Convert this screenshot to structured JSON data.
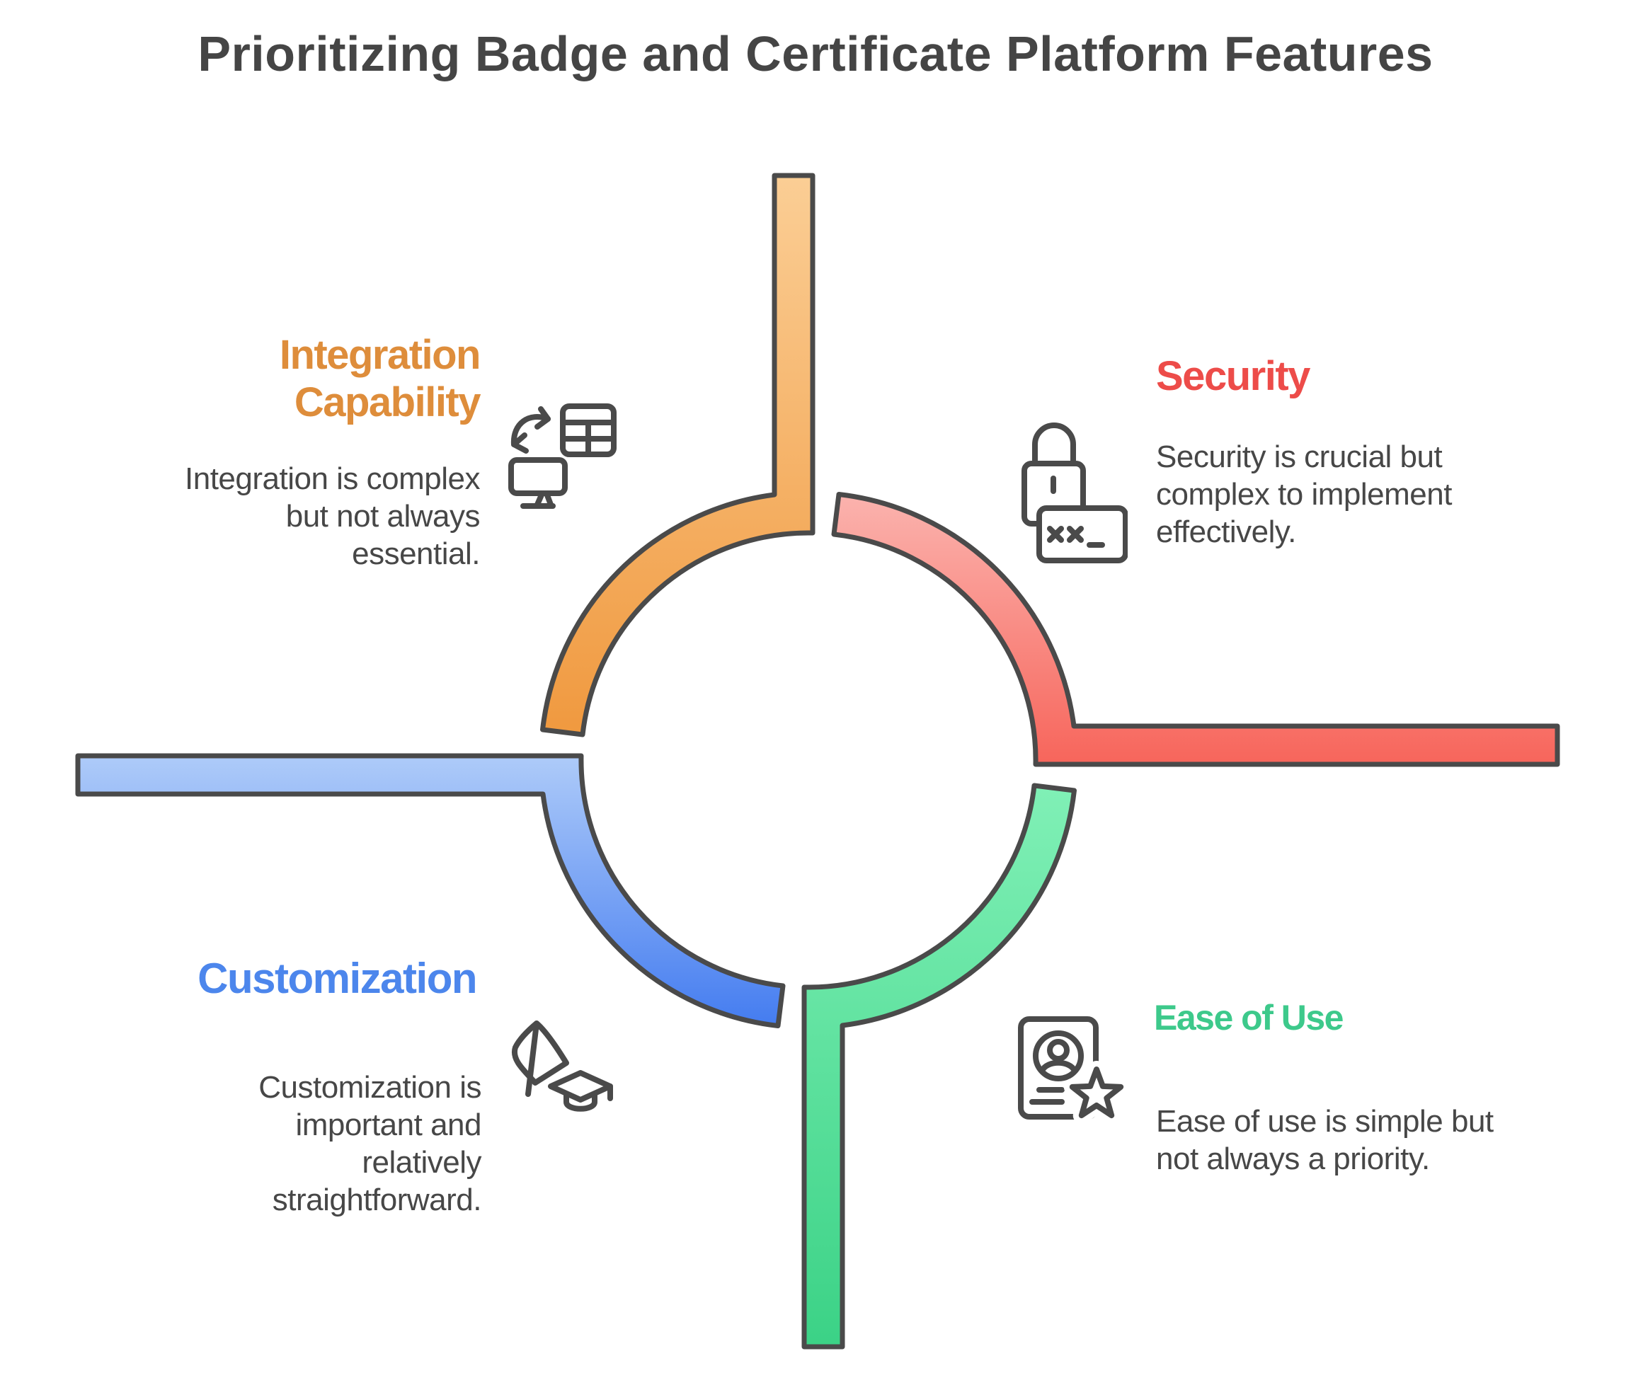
{
  "title": {
    "text": "Prioritizing Badge and Certificate Platform Features",
    "color": "#454545"
  },
  "outline_color": "#4a4a4a",
  "quadrants": {
    "integration": {
      "heading": "Integration\nCapability",
      "description": "Integration is complex\nbut not always\nessential.",
      "accent_color": "#DE8D3B",
      "gradient": [
        "#FBCE95",
        "#F0993F"
      ],
      "icon": "data-sync-monitor-icon",
      "arm_direction": "up"
    },
    "security": {
      "heading": "Security",
      "description": "Security is crucial but\ncomplex to implement\neffectively.",
      "accent_color": "#ED4C49",
      "gradient": [
        "#FBB3AE",
        "#F7655B"
      ],
      "icon": "padlock-password-icon",
      "arm_direction": "right"
    },
    "customization": {
      "heading": "Customization",
      "description": "Customization is\nimportant and\nrelatively\nstraightforward.",
      "accent_color": "#4C86EC",
      "gradient": [
        "#AECBF9",
        "#447CF0"
      ],
      "icon": "flag-graduation-cap-icon",
      "arm_direction": "left"
    },
    "ease_of_use": {
      "heading": "Ease of Use",
      "description": "Ease of use is simple but\nnot always a priority.",
      "accent_color": "#3DC98B",
      "gradient": [
        "#80F0B6",
        "#3BD286"
      ],
      "icon": "id-card-star-icon",
      "arm_direction": "down"
    }
  }
}
